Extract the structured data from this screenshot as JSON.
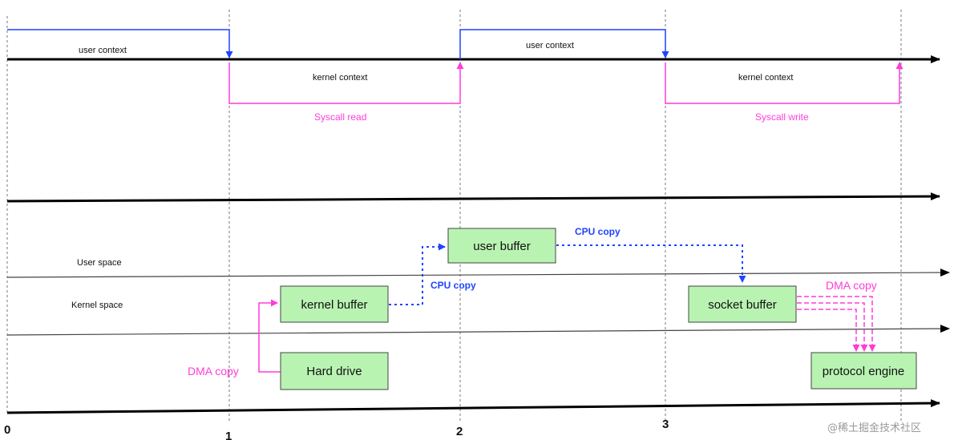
{
  "timeline": {
    "ticks": [
      "0",
      "1",
      "2",
      "3"
    ]
  },
  "contexts": {
    "user_1": "user context",
    "user_2": "user context",
    "kernel_1": "kernel context",
    "kernel_2": "kernel context"
  },
  "syscalls": {
    "read": "Syscall read",
    "write": "Syscall write"
  },
  "spaces": {
    "user": "User space",
    "kernel": "Kernel  space"
  },
  "boxes": {
    "user_buffer": "user buffer",
    "kernel_buffer": "kernel buffer",
    "hard_drive": "Hard drive",
    "socket_buffer": "socket buffer",
    "protocol_engine": "protocol engine"
  },
  "copies": {
    "cpu_copy_1": "CPU copy",
    "cpu_copy_2": "CPU copy",
    "dma_copy_1": "DMA copy",
    "dma_copy_2": "DMA copy"
  },
  "watermark": "@稀土掘金技术社区",
  "colors": {
    "user_line": "#1f44ff",
    "kernel_line": "#ff3dd8",
    "box_fill": "#b9f3b2"
  }
}
